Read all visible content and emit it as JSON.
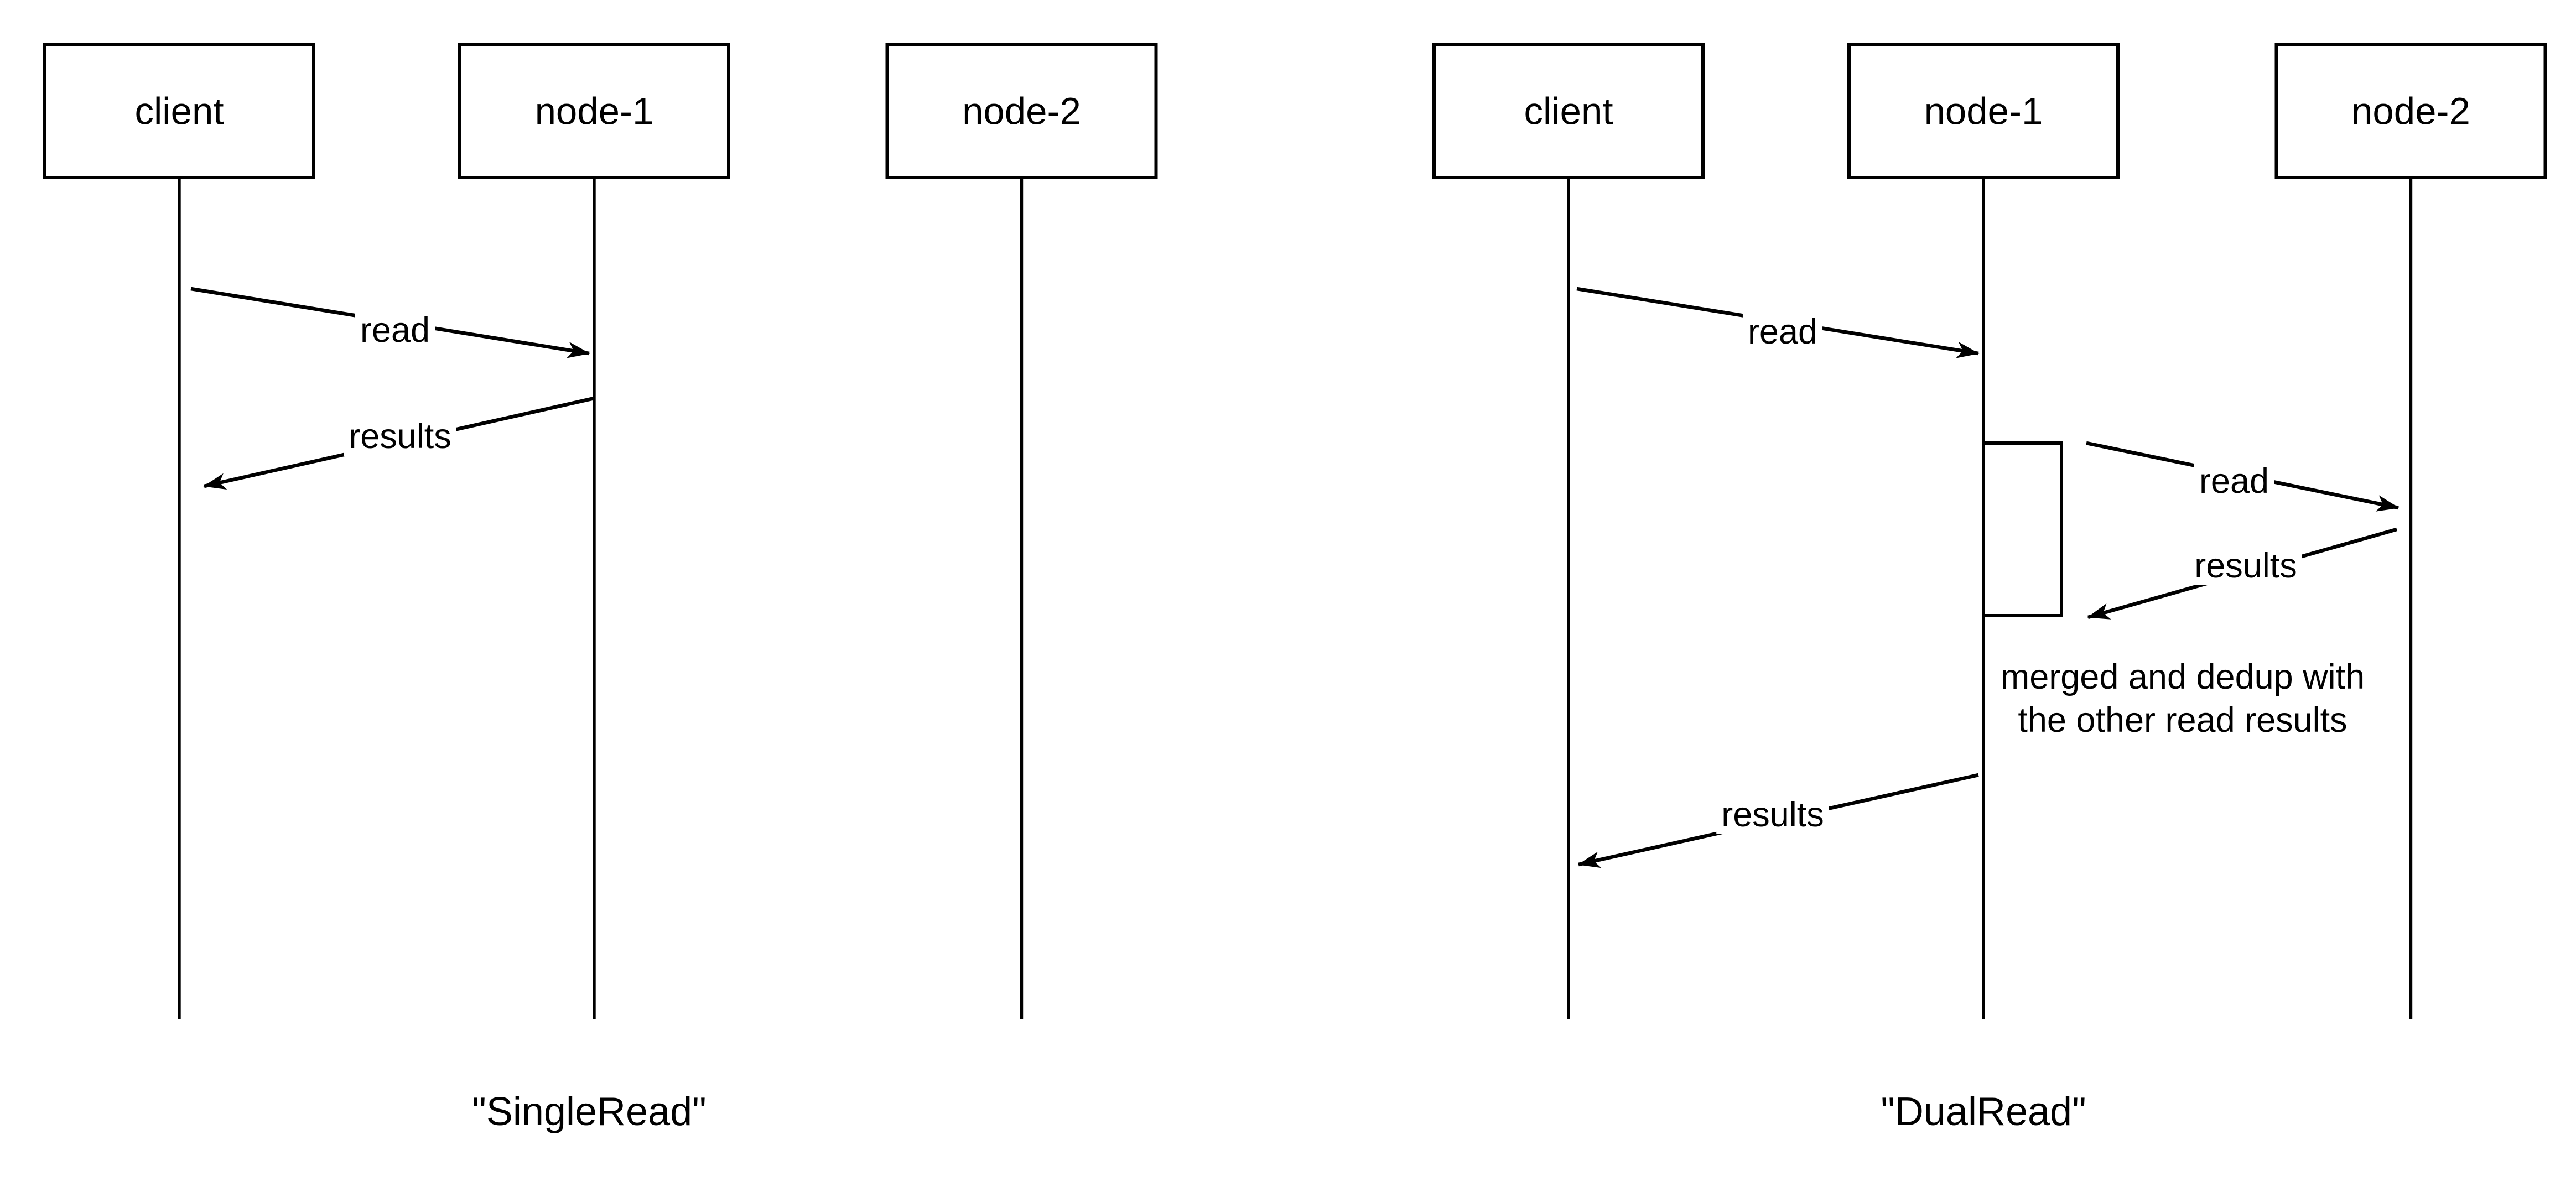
{
  "page": {
    "background_color": "#ffffff",
    "ink_color": "#000000"
  },
  "diagrams": [
    {
      "id": "single-read",
      "caption": "\"SingleRead\"",
      "participants": [
        {
          "name": "client"
        },
        {
          "name": "node-1"
        },
        {
          "name": "node-2"
        }
      ],
      "messages": [
        {
          "label": "read",
          "from": "client",
          "to": "node-1"
        },
        {
          "label": "results",
          "from": "node-1",
          "to": "client"
        }
      ]
    },
    {
      "id": "dual-read",
      "caption": "\"DualRead\"",
      "participants": [
        {
          "name": "client"
        },
        {
          "name": "node-1"
        },
        {
          "name": "node-2"
        }
      ],
      "messages": [
        {
          "label": "read",
          "from": "client",
          "to": "node-1"
        },
        {
          "label": "read",
          "from": "node-1",
          "to": "node-2"
        },
        {
          "label": "results",
          "from": "node-2",
          "to": "node-1"
        },
        {
          "label": "results",
          "from": "node-1",
          "to": "client"
        }
      ],
      "note": {
        "lines": [
          "merged and dedup with",
          "the other read results"
        ]
      }
    }
  ]
}
